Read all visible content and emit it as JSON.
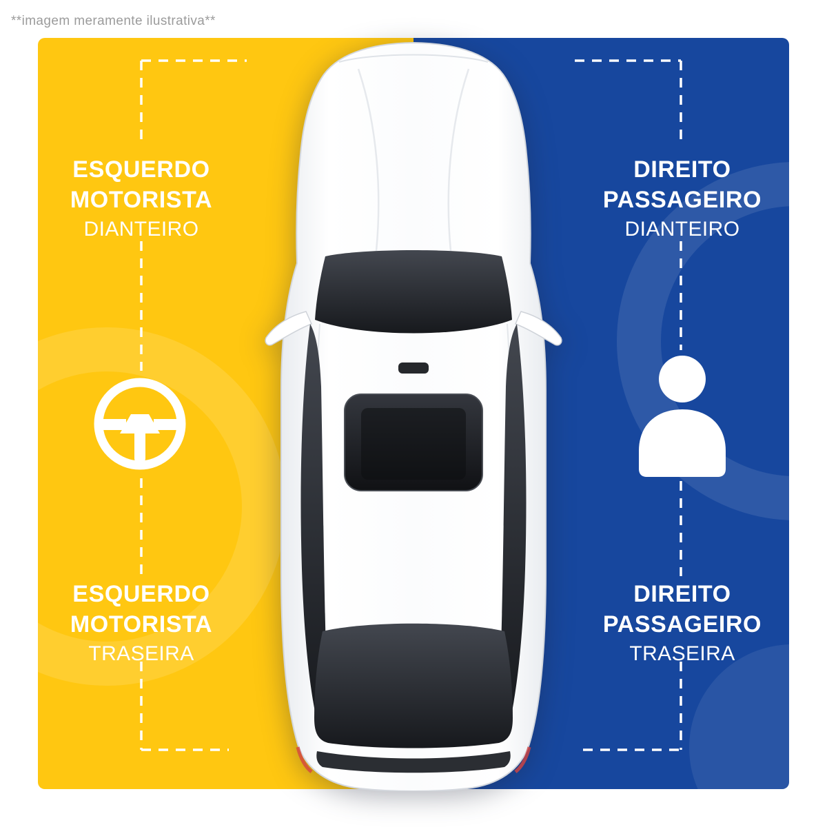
{
  "disclaimer": "**imagem meramente ilustrativa**",
  "labels": {
    "front_left": {
      "line1": "ESQUERDO",
      "line2": "MOTORISTA",
      "line3": "DIANTEIRO"
    },
    "front_right": {
      "line1": "DIREITO",
      "line2": "PASSAGEIRO",
      "line3": "DIANTEIRO"
    },
    "rear_left": {
      "line1": "ESQUERDO",
      "line2": "MOTORISTA",
      "line3": "TRASEIRA"
    },
    "rear_right": {
      "line1": "DIREITO",
      "line2": "PASSAGEIRO",
      "line3": "TRASEIRA"
    }
  },
  "icons": {
    "driver_side": "steering-wheel-icon",
    "passenger_side": "passenger-icon"
  },
  "colors": {
    "driver_side_bg": "#FFC711",
    "passenger_side_bg": "#17479E",
    "label_text": "#FFFFFF",
    "disclaimer_text": "#9B9B9B",
    "guide_dash": "#FFFFFF"
  }
}
